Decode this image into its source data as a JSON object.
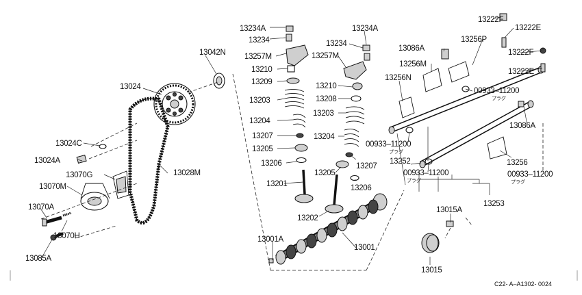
{
  "labels": {
    "p13234A_l": "13234A",
    "p13234_l": "13234",
    "p13257M_l": "13257M",
    "p13210_l": "13210",
    "p13209": "13209",
    "p13203_l": "13203",
    "p13204_l": "13204",
    "p13207_l": "13207",
    "p13205_l": "13205",
    "p13206_l": "13206",
    "p13201": "13201",
    "p13234A_r": "13234A",
    "p13234_r": "13234",
    "p13257M_r": "13257M",
    "p13210_r": "13210",
    "p13208": "13208",
    "p13203_r": "13203",
    "p13204_r": "13204",
    "p13207_r": "13207",
    "p13205_r": "13205",
    "p13206_r": "13206",
    "p13202": "13202",
    "p13042N": "13042N",
    "p13024": "13024",
    "p13024C": "13024C",
    "p13024A": "13024A",
    "p13070G": "13070G",
    "p13070M": "13070M",
    "p13028M": "13028M",
    "p13070A": "13070A",
    "p13070H": "13070H",
    "p13085A": "13085A",
    "p13001A": "13001A",
    "p13001": "13001",
    "p13015A": "13015A",
    "p13015": "13015",
    "p13222F_a": "13222F",
    "p13222E_a": "13222E",
    "p13222F_b": "13222F",
    "p13222E_b": "13222E",
    "p13086A_a": "13086A",
    "p13256P": "13256P",
    "p13256M": "13256M",
    "p13256N": "13256N",
    "p00933_a": "00933–11200",
    "p00933_b": "00933–11200",
    "p00933_c": "00933–11200",
    "p00933_d": "00933–11200",
    "p13086A_b": "13086A",
    "p13252": "13252",
    "p13256": "13256",
    "p13253": "13253"
  },
  "plug_note": "プラグ",
  "figure_code": "C22- A–A1302- 0024"
}
